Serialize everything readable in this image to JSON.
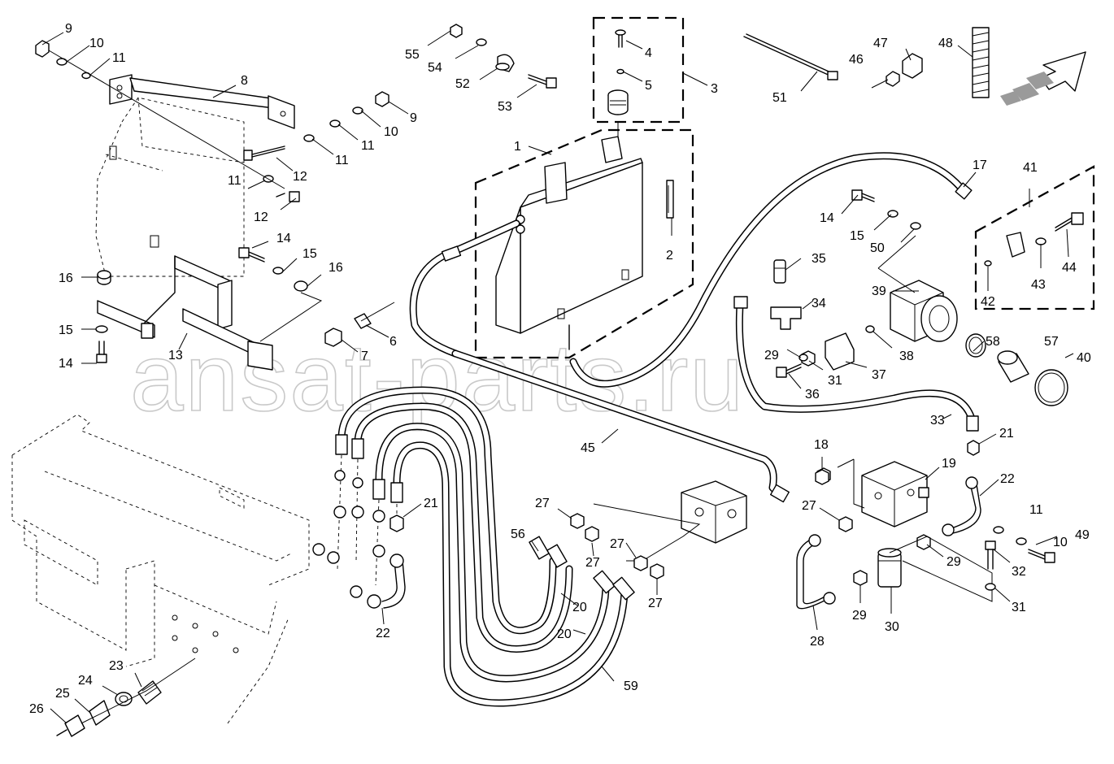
{
  "watermark": "ansat-parts.ru",
  "callouts": [
    {
      "id": "c1",
      "label": "1"
    },
    {
      "id": "c2",
      "label": "2"
    },
    {
      "id": "c3",
      "label": "3"
    },
    {
      "id": "c4",
      "label": "4"
    },
    {
      "id": "c5",
      "label": "5"
    },
    {
      "id": "c6",
      "label": "6"
    },
    {
      "id": "c7",
      "label": "7"
    },
    {
      "id": "c8",
      "label": "8"
    },
    {
      "id": "c9a",
      "label": "9"
    },
    {
      "id": "c9b",
      "label": "9"
    },
    {
      "id": "c10a",
      "label": "10"
    },
    {
      "id": "c10b",
      "label": "10"
    },
    {
      "id": "c10c",
      "label": "10"
    },
    {
      "id": "c11a",
      "label": "11"
    },
    {
      "id": "c11b",
      "label": "11"
    },
    {
      "id": "c11c",
      "label": "11"
    },
    {
      "id": "c11d",
      "label": "11"
    },
    {
      "id": "c11e",
      "label": "11"
    },
    {
      "id": "c12a",
      "label": "12"
    },
    {
      "id": "c12b",
      "label": "12"
    },
    {
      "id": "c13",
      "label": "13"
    },
    {
      "id": "c14a",
      "label": "14"
    },
    {
      "id": "c14b",
      "label": "14"
    },
    {
      "id": "c14c",
      "label": "14"
    },
    {
      "id": "c15a",
      "label": "15"
    },
    {
      "id": "c15b",
      "label": "15"
    },
    {
      "id": "c15c",
      "label": "15"
    },
    {
      "id": "c16a",
      "label": "16"
    },
    {
      "id": "c16b",
      "label": "16"
    },
    {
      "id": "c17",
      "label": "17"
    },
    {
      "id": "c18",
      "label": "18"
    },
    {
      "id": "c19",
      "label": "19"
    },
    {
      "id": "c20a",
      "label": "20"
    },
    {
      "id": "c20b",
      "label": "20"
    },
    {
      "id": "c21a",
      "label": "21"
    },
    {
      "id": "c21b",
      "label": "21"
    },
    {
      "id": "c22a",
      "label": "22"
    },
    {
      "id": "c22b",
      "label": "22"
    },
    {
      "id": "c23",
      "label": "23"
    },
    {
      "id": "c24",
      "label": "24"
    },
    {
      "id": "c25",
      "label": "25"
    },
    {
      "id": "c26",
      "label": "26"
    },
    {
      "id": "c27a",
      "label": "27"
    },
    {
      "id": "c27b",
      "label": "27"
    },
    {
      "id": "c27c",
      "label": "27"
    },
    {
      "id": "c27d",
      "label": "27"
    },
    {
      "id": "c27e",
      "label": "27"
    },
    {
      "id": "c28",
      "label": "28"
    },
    {
      "id": "c29a",
      "label": "29"
    },
    {
      "id": "c29b",
      "label": "29"
    },
    {
      "id": "c29c",
      "label": "29"
    },
    {
      "id": "c30",
      "label": "30"
    },
    {
      "id": "c31a",
      "label": "31"
    },
    {
      "id": "c31b",
      "label": "31"
    },
    {
      "id": "c32",
      "label": "32"
    },
    {
      "id": "c33",
      "label": "33"
    },
    {
      "id": "c34",
      "label": "34"
    },
    {
      "id": "c35",
      "label": "35"
    },
    {
      "id": "c36",
      "label": "36"
    },
    {
      "id": "c37",
      "label": "37"
    },
    {
      "id": "c38",
      "label": "38"
    },
    {
      "id": "c39",
      "label": "39"
    },
    {
      "id": "c40",
      "label": "40"
    },
    {
      "id": "c41",
      "label": "41"
    },
    {
      "id": "c42",
      "label": "42"
    },
    {
      "id": "c43",
      "label": "43"
    },
    {
      "id": "c44",
      "label": "44"
    },
    {
      "id": "c45",
      "label": "45"
    },
    {
      "id": "c46",
      "label": "46"
    },
    {
      "id": "c47",
      "label": "47"
    },
    {
      "id": "c48",
      "label": "48"
    },
    {
      "id": "c49",
      "label": "49"
    },
    {
      "id": "c50",
      "label": "50"
    },
    {
      "id": "c51",
      "label": "51"
    },
    {
      "id": "c52",
      "label": "52"
    },
    {
      "id": "c53",
      "label": "53"
    },
    {
      "id": "c54",
      "label": "54"
    },
    {
      "id": "c55",
      "label": "55"
    },
    {
      "id": "c56",
      "label": "56"
    },
    {
      "id": "c57",
      "label": "57"
    },
    {
      "id": "c58",
      "label": "58"
    },
    {
      "id": "c59",
      "label": "59"
    }
  ]
}
